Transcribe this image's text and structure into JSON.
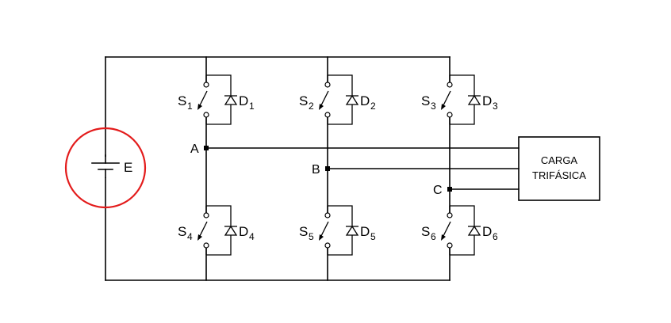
{
  "source": {
    "label": "E"
  },
  "highlight": {
    "color": "#e31b1b"
  },
  "nodes": {
    "a": "A",
    "b": "B",
    "c": "C"
  },
  "load": {
    "line1": "CARGA",
    "line2": "TRIFÁSICA"
  },
  "switches": [
    {
      "s": "S",
      "s_sub": "1",
      "d": "D",
      "d_sub": "1"
    },
    {
      "s": "S",
      "s_sub": "2",
      "d": "D",
      "d_sub": "2"
    },
    {
      "s": "S",
      "s_sub": "3",
      "d": "D",
      "d_sub": "3"
    },
    {
      "s": "S",
      "s_sub": "4",
      "d": "D",
      "d_sub": "4"
    },
    {
      "s": "S",
      "s_sub": "5",
      "d": "D",
      "d_sub": "5"
    },
    {
      "s": "S",
      "s_sub": "6",
      "d": "D",
      "d_sub": "6"
    }
  ]
}
